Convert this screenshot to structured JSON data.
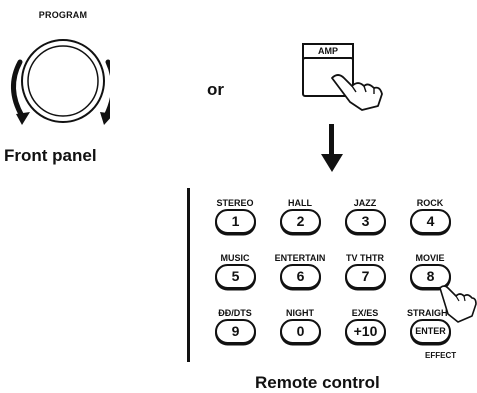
{
  "front_panel": {
    "knob_label": "PROGRAM",
    "caption": "Front panel"
  },
  "or_text": "or",
  "amp_button_label": "AMP",
  "remote": {
    "caption": "Remote control",
    "effect_label": "EFFECT",
    "keys": [
      {
        "label": "STEREO",
        "value": "1"
      },
      {
        "label": "HALL",
        "value": "2"
      },
      {
        "label": "JAZZ",
        "value": "3"
      },
      {
        "label": "ROCK",
        "value": "4"
      },
      {
        "label": "MUSIC",
        "value": "5"
      },
      {
        "label": "ENTERTAIN",
        "value": "6"
      },
      {
        "label": "TV THTR",
        "value": "7"
      },
      {
        "label": "MOVIE",
        "value": "8"
      },
      {
        "label": "ĐĐ/DTS",
        "value": "9"
      },
      {
        "label": "NIGHT",
        "value": "0"
      },
      {
        "label": "EX/ES",
        "value": "+10"
      },
      {
        "label": "STRAIGHT",
        "value": "ENTER"
      }
    ]
  }
}
